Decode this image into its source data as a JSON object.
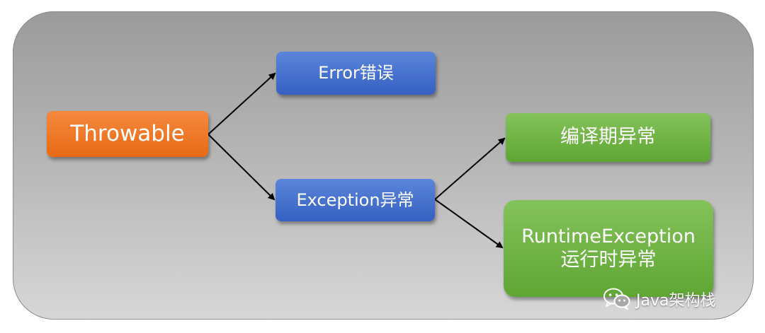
{
  "nodes": {
    "throwable": "Throwable",
    "error": "Error错误",
    "exception": "Exception异常",
    "compile": "编译期异常",
    "runtime_line1": "RuntimeException",
    "runtime_line2": "运行时异常"
  },
  "watermark": {
    "text": "Java架构栈",
    "icon": "wechat-icon"
  },
  "colors": {
    "root": "#e86a14",
    "branch": "#3560c2",
    "leaf": "#5fa634",
    "background": "#a8a8a8"
  }
}
